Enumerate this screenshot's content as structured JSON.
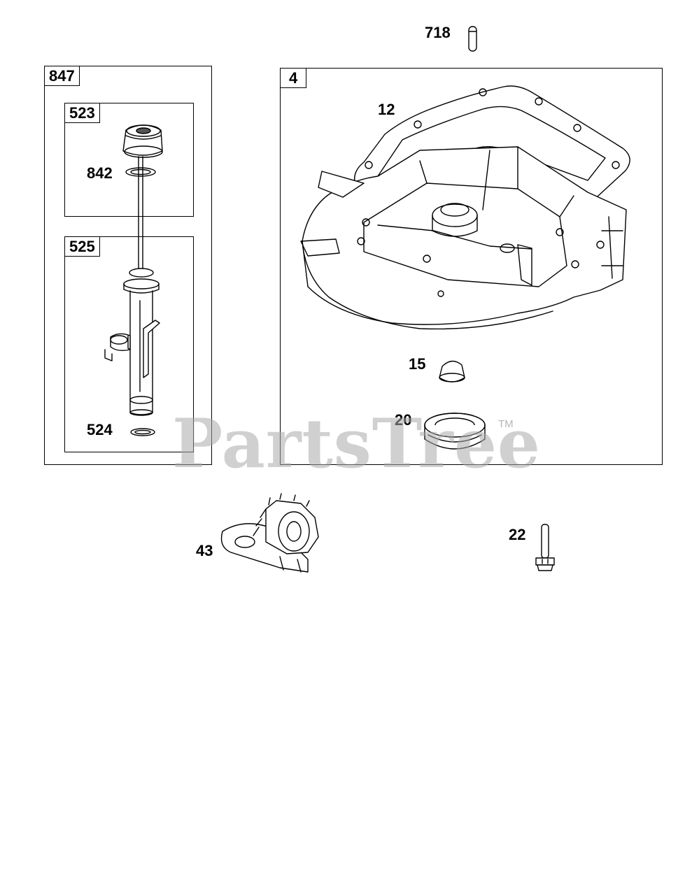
{
  "callouts": {
    "c718": "718",
    "c847": "847",
    "c523": "523",
    "c842": "842",
    "c525": "525",
    "c524": "524",
    "c4": "4",
    "c12": "12",
    "c15": "15",
    "c20": "20",
    "c43": "43",
    "c22": "22"
  },
  "watermark": {
    "text": "PartsTree",
    "trademark": "TM"
  },
  "colors": {
    "line": "#000000",
    "watermark": "#aaaaaa"
  }
}
